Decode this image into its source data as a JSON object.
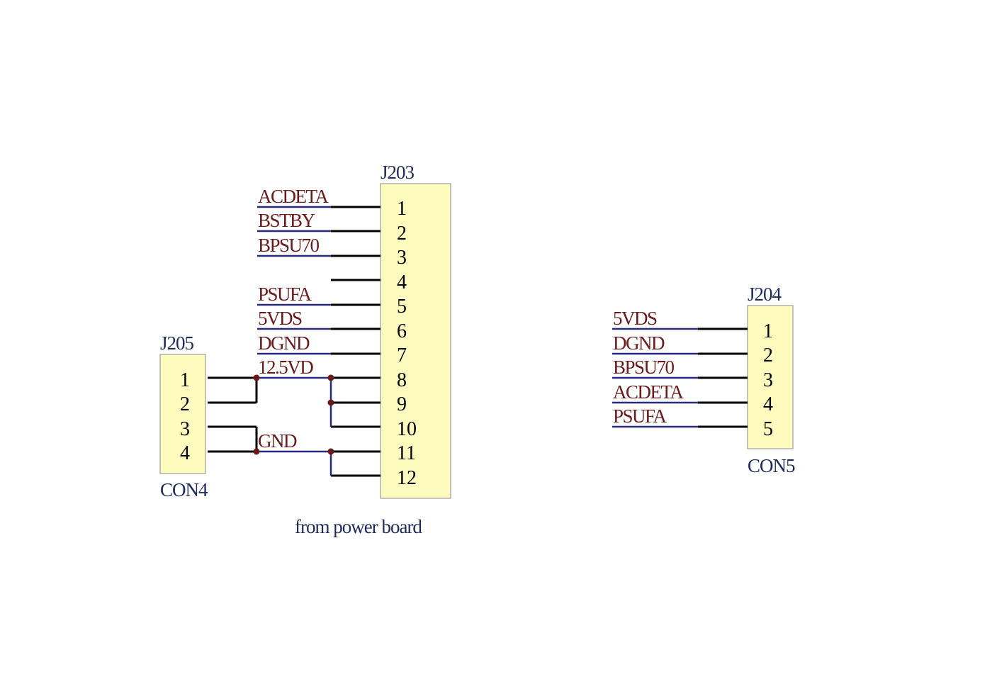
{
  "schematic": {
    "colors": {
      "body_fill": "#fdfbbd",
      "net_label": "#6b1a1a",
      "ref_label": "#1f2a5c",
      "wire": "#2a2a7a",
      "junction": "#6b1a1a"
    },
    "j203": {
      "ref": "J203",
      "pins": [
        "1",
        "2",
        "3",
        "4",
        "5",
        "6",
        "7",
        "8",
        "9",
        "10",
        "11",
        "12"
      ],
      "nets": [
        "ACDETA",
        "BSTBY",
        "BPSU70",
        "",
        "PSUFA",
        "5VDS",
        "DGND",
        "12.5VD",
        "",
        "",
        "GND",
        ""
      ],
      "note": "from power board"
    },
    "j205": {
      "ref": "J205",
      "pins": [
        "1",
        "2",
        "3",
        "4"
      ],
      "value": "CON4"
    },
    "j204": {
      "ref": "J204",
      "pins": [
        "1",
        "2",
        "3",
        "4",
        "5"
      ],
      "nets": [
        "5VDS",
        "DGND",
        "BPSU70",
        "ACDETA",
        "PSUFA"
      ],
      "value": "CON5"
    }
  }
}
